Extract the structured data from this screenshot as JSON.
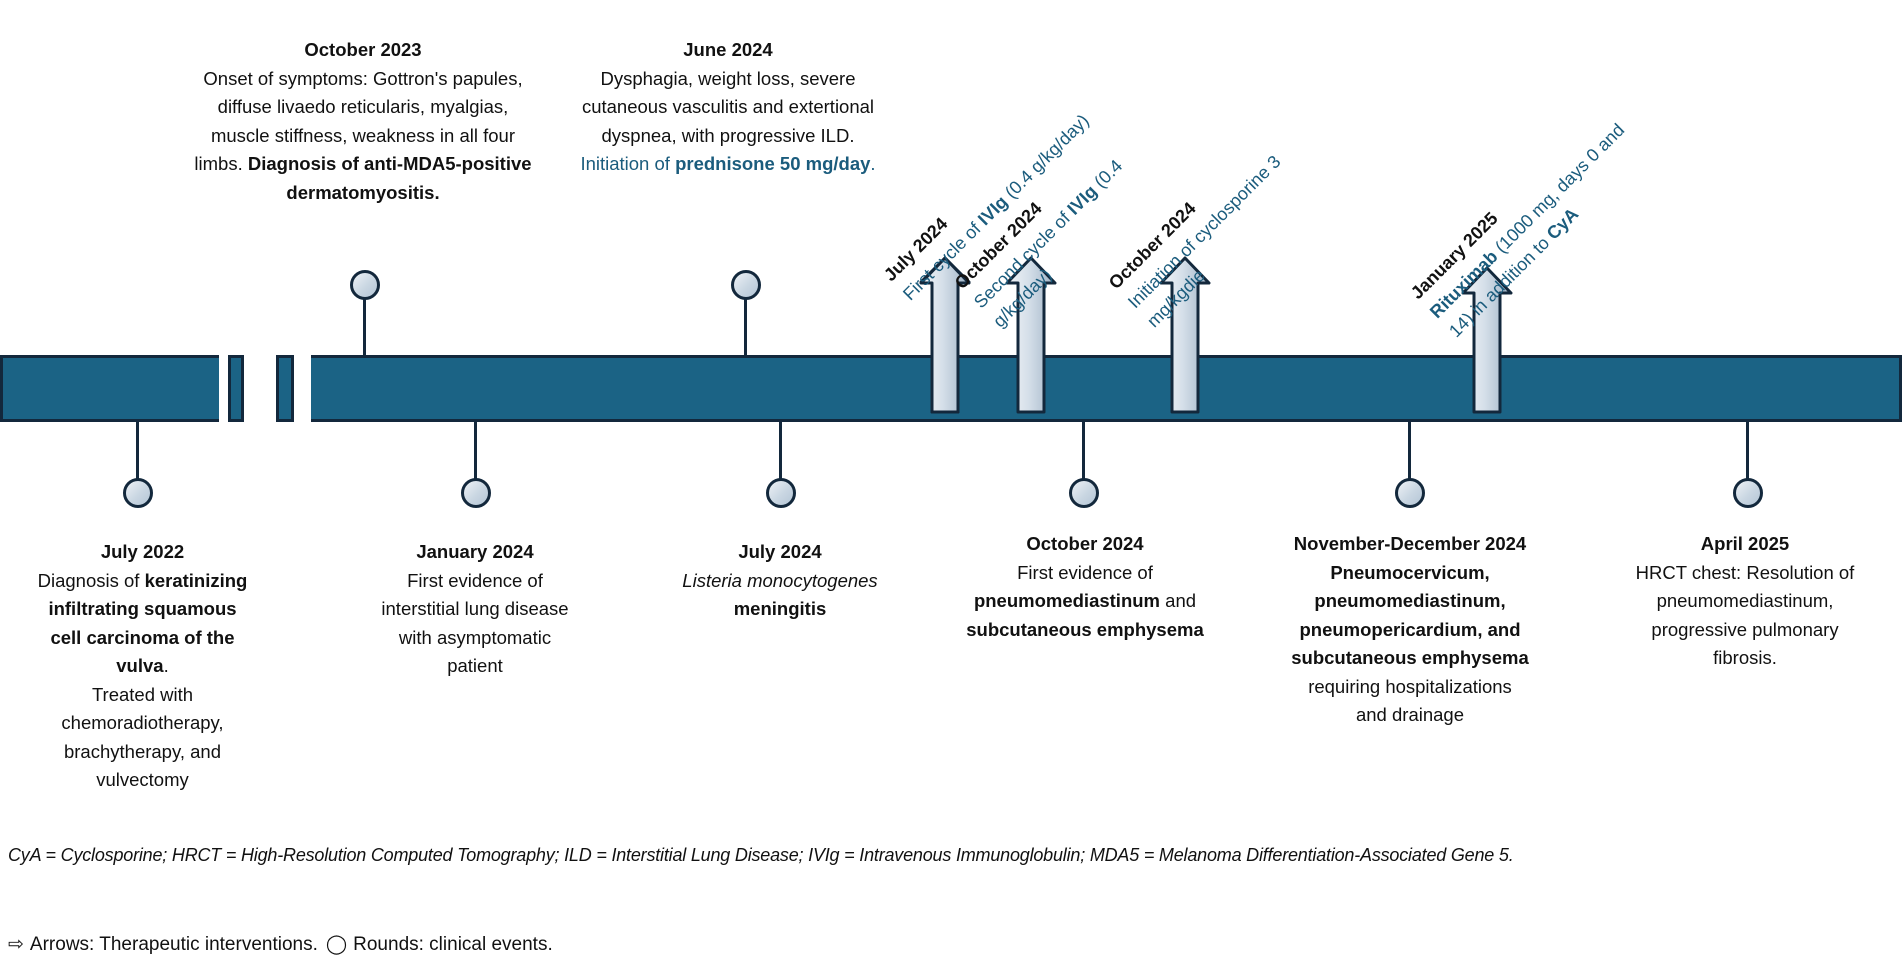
{
  "timeline": {
    "bar_color": "#1b6385",
    "outline_color": "#13283c",
    "node_accent": "#c9d6e2",
    "teal_text": "#1b5c7d"
  },
  "events_above": [
    {
      "id": "oct-2023",
      "date": "October 2023",
      "line1": "Onset of symptoms: Gottron's",
      "line2": "papules, diffuse livaedo reticularis,",
      "line3": "myalgias, muscle stiffness,",
      "line4": "weakness in all four limbs.",
      "bold1": "Diagnosis of anti-MDA5-positive",
      "bold2": "dermatomyositis."
    },
    {
      "id": "jun-2024",
      "date": "June 2024",
      "line1": "Dysphagia, weight loss, severe",
      "line2": "cutaneous vasculitis and",
      "line3": "extertional dyspnea, with",
      "line4": "progressive ILD.",
      "init_prefix": "Initiation of ",
      "init_bold": "prednisone 50",
      "init_bold2": "mg/day",
      "init_suffix": "."
    }
  ],
  "events_below": [
    {
      "id": "jul-2022",
      "date": "July 2022",
      "parts": [
        {
          "t": "Diagnosis of ",
          "b": false
        },
        {
          "t": "keratinizing",
          "b": true
        },
        {
          "t": " ",
          "b": false
        },
        {
          "t": "infiltrating squamous",
          "b": true
        },
        {
          "t": " ",
          "b": false
        },
        {
          "t": "cell carcinoma of the",
          "b": true
        },
        {
          "t": " ",
          "b": false
        },
        {
          "t": "vulva",
          "b": true
        },
        {
          "t": ".",
          "b": false
        },
        {
          "t": " Treated with chemoradiotherapy, brachytherapy, and vulvectomy",
          "b": false
        }
      ],
      "lines": [
        [
          {
            "t": "Diagnosis of ",
            "b": false
          },
          {
            "t": "keratinizing",
            "b": true
          }
        ],
        [
          {
            "t": "infiltrating squamous",
            "b": true
          }
        ],
        [
          {
            "t": "cell carcinoma of the",
            "b": true
          }
        ],
        [
          {
            "t": "vulva",
            "b": true
          },
          {
            "t": ".",
            "b": false
          }
        ],
        [
          {
            "t": "Treated with",
            "b": false
          }
        ],
        [
          {
            "t": "chemoradiotherapy,",
            "b": false
          }
        ],
        [
          {
            "t": "brachytherapy, and",
            "b": false
          }
        ],
        [
          {
            "t": "vulvectomy",
            "b": false
          }
        ]
      ]
    },
    {
      "id": "jan-2024",
      "date": "January 2024",
      "lines": [
        [
          {
            "t": "First evidence of",
            "b": false
          }
        ],
        [
          {
            "t": "interstitial lung disease",
            "b": false
          }
        ],
        [
          {
            "t": "with asymptomatic",
            "b": false
          }
        ],
        [
          {
            "t": "patient",
            "b": false
          }
        ]
      ]
    },
    {
      "id": "jul-2024",
      "date": "July 2024",
      "lines": [
        [
          {
            "t": "Listeria monocytogenes",
            "b": false,
            "i": true
          }
        ],
        [
          {
            "t": "meningitis",
            "b": true
          }
        ]
      ]
    },
    {
      "id": "oct-2024",
      "date": "October 2024",
      "lines": [
        [
          {
            "t": "First evidence of",
            "b": false
          }
        ],
        [
          {
            "t": "pneumomediastinum",
            "b": true
          },
          {
            "t": " and",
            "b": false
          }
        ],
        [
          {
            "t": "subcutaneous emphysema",
            "b": true
          }
        ]
      ]
    },
    {
      "id": "nov-dec-2024",
      "date": "November-December 2024",
      "lines": [
        [
          {
            "t": "Pneumocervicum,",
            "b": true
          }
        ],
        [
          {
            "t": "pneumomediastinum,",
            "b": true
          }
        ],
        [
          {
            "t": "pneumopericardium, and",
            "b": true
          }
        ],
        [
          {
            "t": "subcutaneous emphysema",
            "b": true
          }
        ],
        [
          {
            "t": "requiring hospitalizations",
            "b": false
          }
        ],
        [
          {
            "t": "and drainage",
            "b": false
          }
        ]
      ]
    },
    {
      "id": "apr-2025",
      "date": "April 2025",
      "lines": [
        [
          {
            "t": "HRCT chest: Resolution of",
            "b": false
          }
        ],
        [
          {
            "t": "pneumomediastinum,",
            "b": false
          }
        ],
        [
          {
            "t": "progressive pulmonary",
            "b": false
          }
        ],
        [
          {
            "t": "fibrosis.",
            "b": false
          }
        ]
      ]
    }
  ],
  "interventions": [
    {
      "id": "ivig-1",
      "date": "July 2024",
      "sub_pre": "First cycle of ",
      "sub_bold": "IVIg",
      "sub_post": " (0.4 g/kg/day)",
      "sub_line2": ""
    },
    {
      "id": "ivig-2",
      "date": "October 2024",
      "sub_pre": "Second cycle of ",
      "sub_bold": "IVIg",
      "sub_post": " (0.4",
      "sub_line2": "g/kg/day)"
    },
    {
      "id": "cyclosporine",
      "date": "October 2024",
      "sub_pre": "Initiation of cyclosporine 3",
      "sub_bold": "",
      "sub_post": "",
      "sub_line2": "mg/kgdie"
    },
    {
      "id": "rituximab",
      "date": "January 2025",
      "sub_pre": "",
      "sub_bold": "Rituximab",
      "sub_post": " (1000 mg, days 0 and",
      "sub_line2_pre": "14) in addition to ",
      "sub_line2_bold": "CyA",
      "sub_line2": "14) in addition to CyA"
    }
  ],
  "footnote": "CyA = Cyclosporine; HRCT = High-Resolution Computed Tomography; ILD = Interstitial Lung Disease; IVIg = Intravenous Immunoglobulin; MDA5 = Melanoma Differentiation-Associated Gene 5.",
  "legend": {
    "arrow_glyph": "⇨",
    "arrow_text": "Arrows: Therapeutic interventions.",
    "round_glyph": "◯",
    "round_text": "Rounds: clinical events."
  }
}
